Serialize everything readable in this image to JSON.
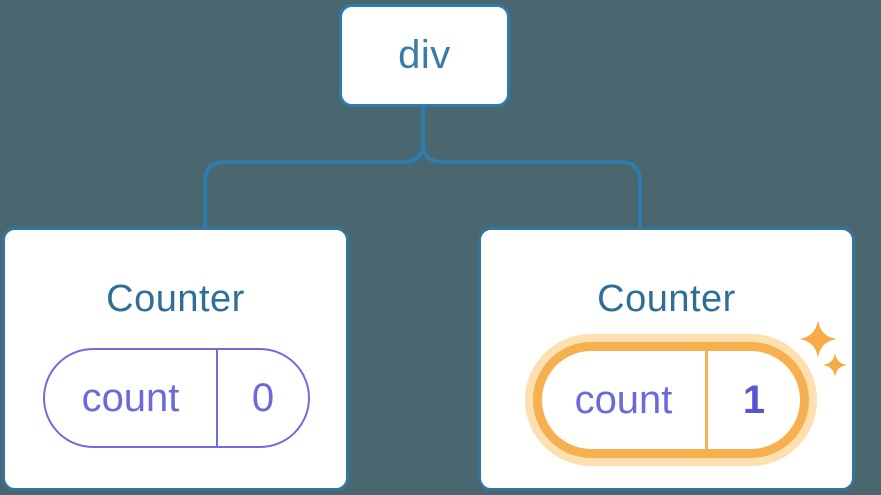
{
  "diagram": {
    "description": "React component tree with state",
    "root_node": {
      "label": "div"
    },
    "counters": [
      {
        "title": "Counter",
        "state_name": "count",
        "state_value": "0",
        "highlighted": false
      },
      {
        "title": "Counter",
        "state_name": "count",
        "state_value": "1",
        "highlighted": true
      }
    ]
  },
  "colors": {
    "background": "#4a6770",
    "connector": "#2e7bac",
    "node_border": "#2e7bac",
    "node_text": "#3a7ca8",
    "card_border": "#35749c",
    "card_title": "#2f6e96",
    "state_border": "#6d6ddd",
    "state_text": "#6a6ada",
    "highlight_border": "#f7b04f",
    "highlight_glow": "#fce0b0",
    "highlight_value_text": "#5457d0",
    "sparkle": "#f5ab47"
  }
}
